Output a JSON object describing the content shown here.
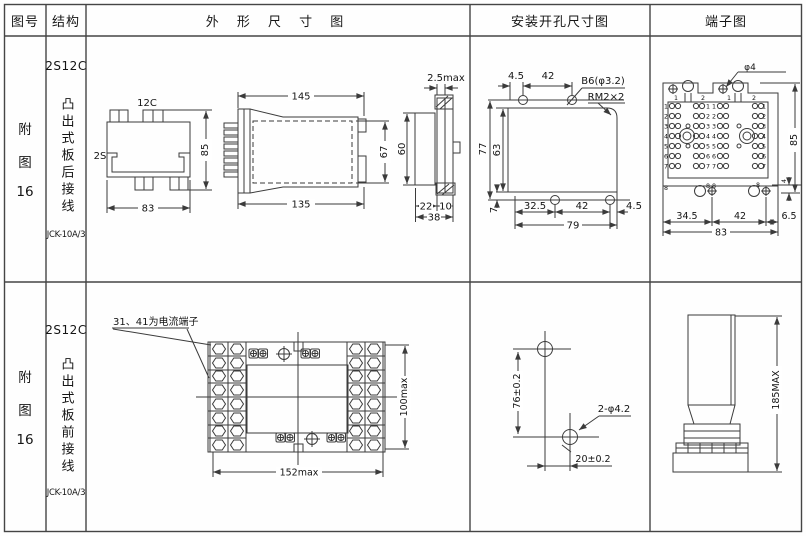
{
  "header": {
    "fig": "图号",
    "struct": "结构",
    "outline": "外 形 尺 寸 图",
    "install": "安装开孔尺寸图",
    "terminal": "端子图"
  },
  "rows": [
    {
      "fig_lines": [
        "附",
        "图",
        "16"
      ],
      "model": "2S12C",
      "mount": "凸出式板后接线",
      "code": "JCK-10A/3",
      "front": {
        "top": "12C",
        "left": "2S",
        "w": "83",
        "h": "85"
      },
      "side": {
        "top": "145",
        "bottom": "135",
        "right": "67"
      },
      "panel": {
        "top": "2.5max",
        "left": "60",
        "b1": "22",
        "b2": "10",
        "b3": "38"
      },
      "install": {
        "t1": "4.5",
        "t2": "42",
        "hole": "B6(φ3.2)",
        "thread": "RM2×2",
        "v1": "77",
        "v2": "63",
        "v3": "7",
        "b1": "32.5",
        "b2": "42",
        "b3": "4.5",
        "b4": "79"
      },
      "terminal": {
        "phi": "φ4",
        "cols": [
          "1",
          "2",
          "1",
          "2"
        ],
        "rowNums": [
          "1",
          "2",
          "3",
          "4",
          "5",
          "6",
          "7",
          "8"
        ],
        "h": "85",
        "off": "4",
        "b1": "34.5",
        "b2": "42",
        "b3": "6.5",
        "b4": "83"
      }
    },
    {
      "fig_lines": [
        "附",
        "图",
        "16"
      ],
      "model": "2S12C",
      "mount": "凸出式板前接线",
      "code": "JCK-10A/3",
      "outline": {
        "note": "31、41为电流端子",
        "h": "100max",
        "w": "152max"
      },
      "install": {
        "v": "76±0.2",
        "hole": "2-φ4.2",
        "b": "20±0.2"
      },
      "profile": {
        "h": "185MAX"
      }
    }
  ]
}
